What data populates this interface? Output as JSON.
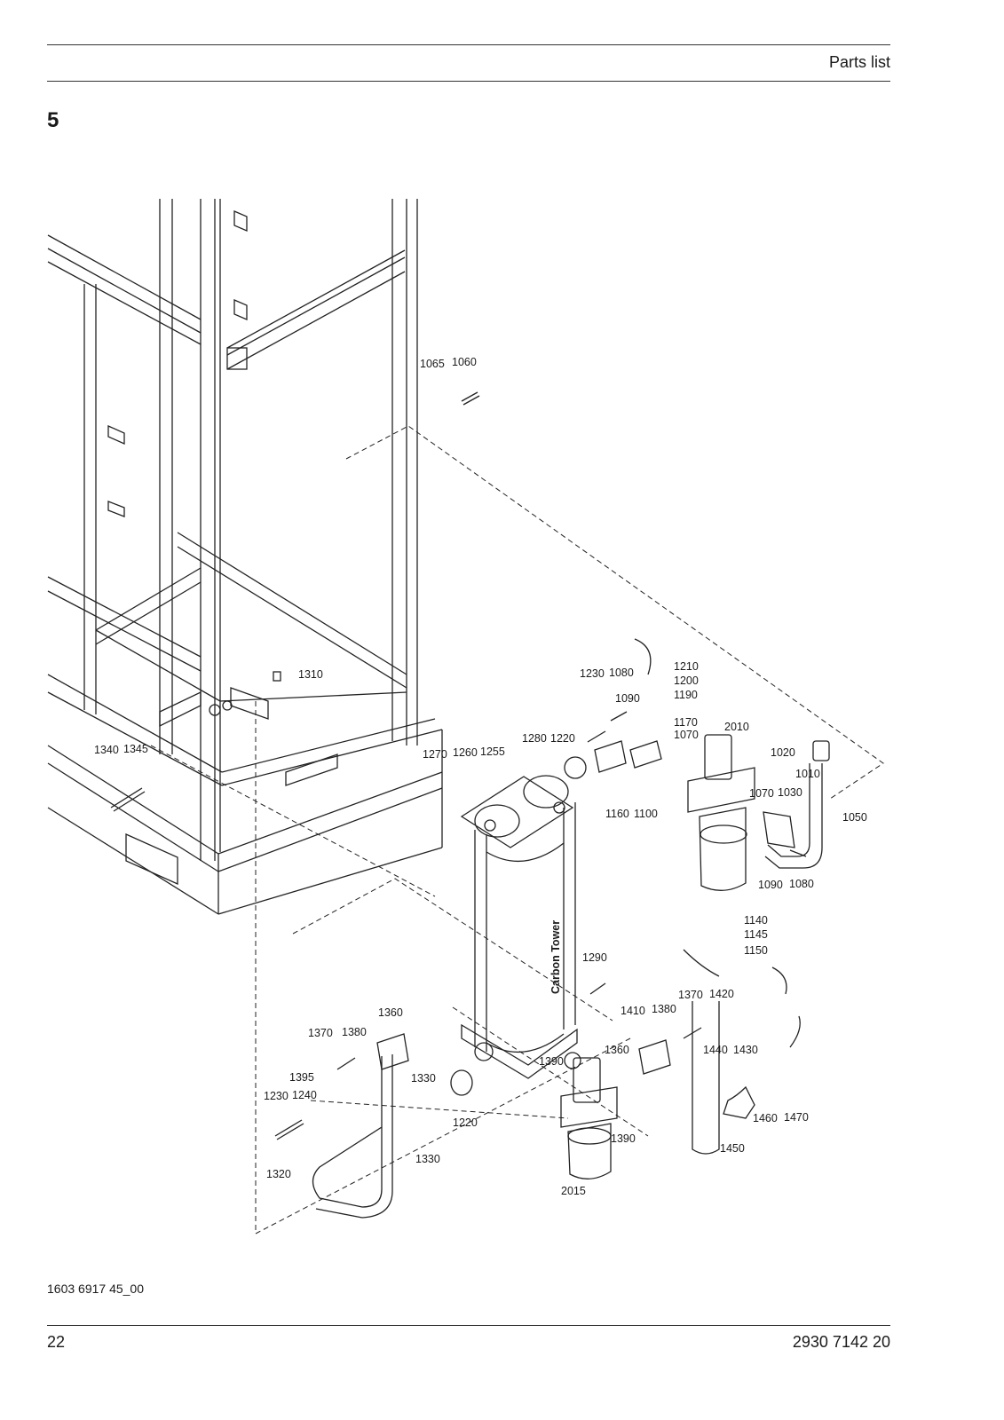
{
  "header": {
    "title": "Parts list"
  },
  "section": {
    "number": "5"
  },
  "drawing": {
    "tower_text": "Carbon Tower",
    "part_labels": {
      "p1065": "1065",
      "p1060": "1060",
      "p1310": "1310",
      "p1340": "1340",
      "p1345": "1345",
      "p1230a": "1230",
      "p1080a": "1080",
      "p1090a": "1090",
      "p1210": "1210",
      "p1200": "1200",
      "p1190": "1190",
      "p1170": "1170",
      "p1070a": "1070",
      "p2010": "2010",
      "p1280": "1280",
      "p1220a": "1220",
      "p1270": "1270",
      "p1260": "1260",
      "p1255": "1255",
      "p1160": "1160",
      "p1100": "1100",
      "p1020": "1020",
      "p1010": "1010",
      "p1070b": "1070",
      "p1030": "1030",
      "p1050": "1050",
      "p1090b": "1090",
      "p1080b": "1080",
      "p1140": "1140",
      "p1145": "1145",
      "p1150": "1150",
      "p1290": "1290",
      "p1370a": "1370",
      "p1420": "1420",
      "p1410": "1410",
      "p1380a": "1380",
      "p1360a": "1360",
      "p1370b": "1370",
      "p1380b": "1380",
      "p1440": "1440",
      "p1430": "1430",
      "p1360b": "1360",
      "p1390a": "1390",
      "p1395": "1395",
      "p1330a": "1330",
      "p1230b": "1230",
      "p1240": "1240",
      "p1220b": "1220",
      "p1460": "1460",
      "p1470": "1470",
      "p1390b": "1390",
      "p1450": "1450",
      "p1330b": "1330",
      "p1320": "1320",
      "p2015": "2015"
    }
  },
  "footer": {
    "drawing_code": "1603 6917 45_00",
    "page_number": "22",
    "document_number": "2930 7142 20"
  }
}
